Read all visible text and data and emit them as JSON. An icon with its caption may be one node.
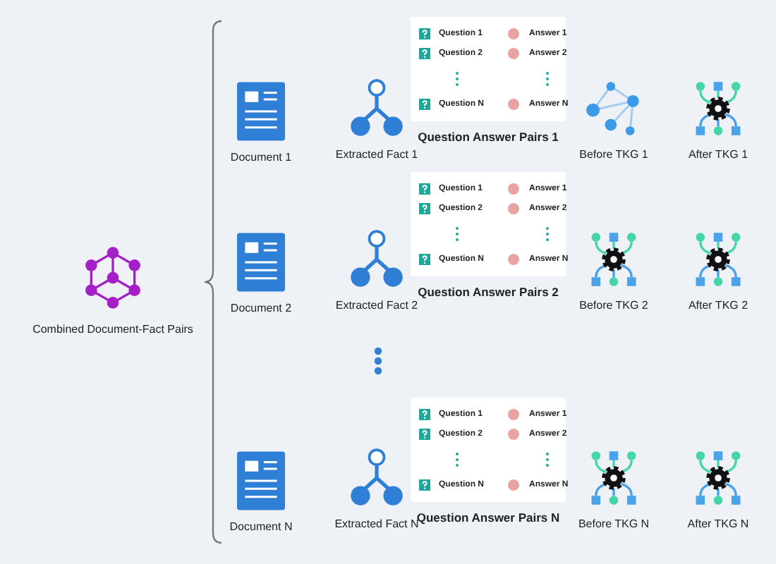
{
  "diagram": {
    "nodes": [
      {
        "text": [
          "Combined Document-Fact Pairs"
        ]
      },
      {
        "text": [
          "Document 1"
        ]
      },
      {
        "text": [
          "Extracted Fact 1"
        ]
      },
      {
        "text": [
          "Question 1",
          "Answer 1",
          "Question 2",
          "Answer 2",
          "Question N",
          "Answer N",
          "Question Answer Pairs 1"
        ]
      },
      {
        "text": [
          "Before TKG 1"
        ]
      },
      {
        "text": [
          "After TKG 1"
        ]
      },
      {
        "text": [
          "Document 2"
        ]
      },
      {
        "text": [
          "Extracted Fact 2"
        ]
      },
      {
        "text": [
          "Question 1",
          "Answer 1",
          "Question 2",
          "Answer 2",
          "Question N",
          "Answer N",
          "Question Answer Pairs 2"
        ]
      },
      {
        "text": [
          "Before TKG 2"
        ]
      },
      {
        "text": [
          "After TKG 2"
        ]
      },
      {
        "text": [
          "Document N"
        ]
      },
      {
        "text": [
          "Extracted Fact N"
        ]
      },
      {
        "text": [
          "Question 1",
          "Answer 1",
          "Question 2",
          "Answer 2",
          "Question N",
          "Answer N",
          "Question Answer Pairs N"
        ]
      },
      {
        "text": [
          "Before TKG N"
        ]
      },
      {
        "text": [
          "After TKG N"
        ]
      }
    ]
  }
}
